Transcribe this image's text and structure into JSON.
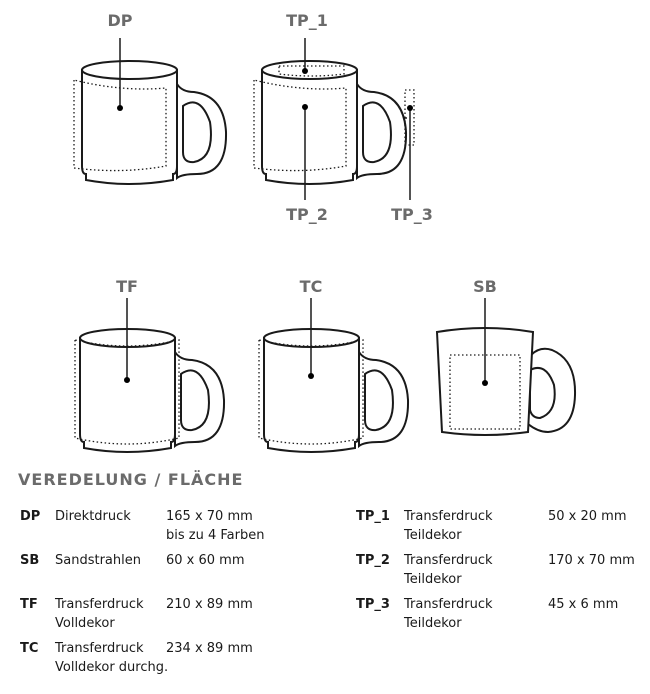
{
  "diagram_labels": {
    "dp": "DP",
    "tp1": "TP_1",
    "tp2": "TP_2",
    "tp3": "TP_3",
    "tf": "TF",
    "tc": "TC",
    "sb": "SB"
  },
  "table": {
    "title": "VEREDELUNG / FLÄCHE",
    "left": [
      {
        "code": "DP",
        "name": "Direktdruck",
        "size": "165 x 70 mm",
        "note": "bis zu 4 Farben"
      },
      {
        "code": "SB",
        "name": "Sandstrahlen",
        "size": "60 x 60 mm"
      },
      {
        "code": "TF",
        "name": "Transferdruck",
        "name2": "Volldekor",
        "size": "210 x 89 mm"
      },
      {
        "code": "TC",
        "name": "Transferdruck",
        "name2": "Volldekor durchg.",
        "size": "234 x 89 mm"
      }
    ],
    "right": [
      {
        "code": "TP_1",
        "name": "Transferdruck",
        "name2": "Teildekor",
        "size": "50 x 20 mm"
      },
      {
        "code": "TP_2",
        "name": "Transferdruck",
        "name2": "Teildekor",
        "size": "170 x 70 mm"
      },
      {
        "code": "TP_3",
        "name": "Transferdruck",
        "name2": "Teildekor",
        "size": "45 x 6 mm"
      }
    ]
  }
}
